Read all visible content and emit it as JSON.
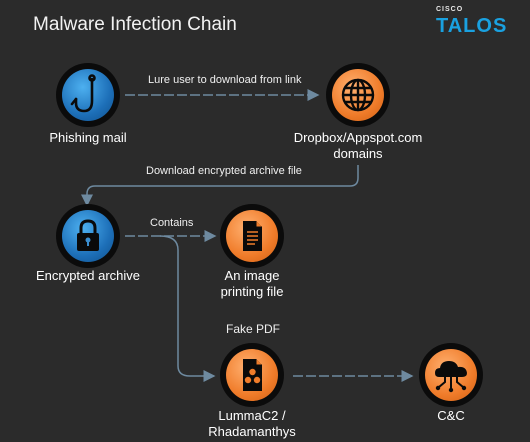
{
  "title": "Malware Infection Chain",
  "brand": {
    "small": "CISCO",
    "name": "TALOS"
  },
  "nodes": {
    "phishing": {
      "label": "Phishing mail",
      "icon": "fishhook-icon"
    },
    "dropbox": {
      "label_line1": "Dropbox/Appspot.com",
      "label_line2": "domains",
      "icon": "globe-icon"
    },
    "archive": {
      "label": "Encrypted archive",
      "icon": "lock-icon"
    },
    "image_file": {
      "label_line1": "An image",
      "label_line2": "printing file",
      "icon": "document-icon"
    },
    "lumma": {
      "label_line1": "LummaC2 /",
      "label_line2": "Rhadamanthys",
      "icon": "biohazard-document-icon"
    },
    "cnc": {
      "label": "C&C",
      "icon": "cloud-network-icon"
    }
  },
  "edges": {
    "lure": "Lure user to download from link",
    "download": "Download encrypted archive file",
    "contains": "Contains",
    "fake_pdf": "Fake PDF"
  },
  "colors": {
    "background": "#2b2b2b",
    "blue": "#1d6fb8",
    "orange": "#f07c2a",
    "line": "#6e8aa0",
    "brand": "#1aa1e0"
  }
}
